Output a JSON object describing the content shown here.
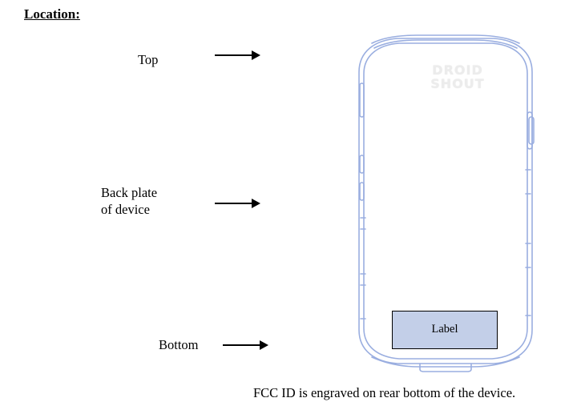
{
  "document": {
    "heading": "Location:",
    "footer_note": "FCC ID is engraved on rear bottom of the device."
  },
  "annotations": [
    {
      "id": "top",
      "label": "Top"
    },
    {
      "id": "back-plate",
      "label": "Back plate\nof device"
    },
    {
      "id": "bottom",
      "label": "Bottom"
    }
  ],
  "device": {
    "label_box_text": "Label",
    "watermark_line1": "DROID",
    "watermark_line2": "SHOUT",
    "outline_color": "#9aaee0",
    "label_fill_color": "#c3cfe8"
  }
}
